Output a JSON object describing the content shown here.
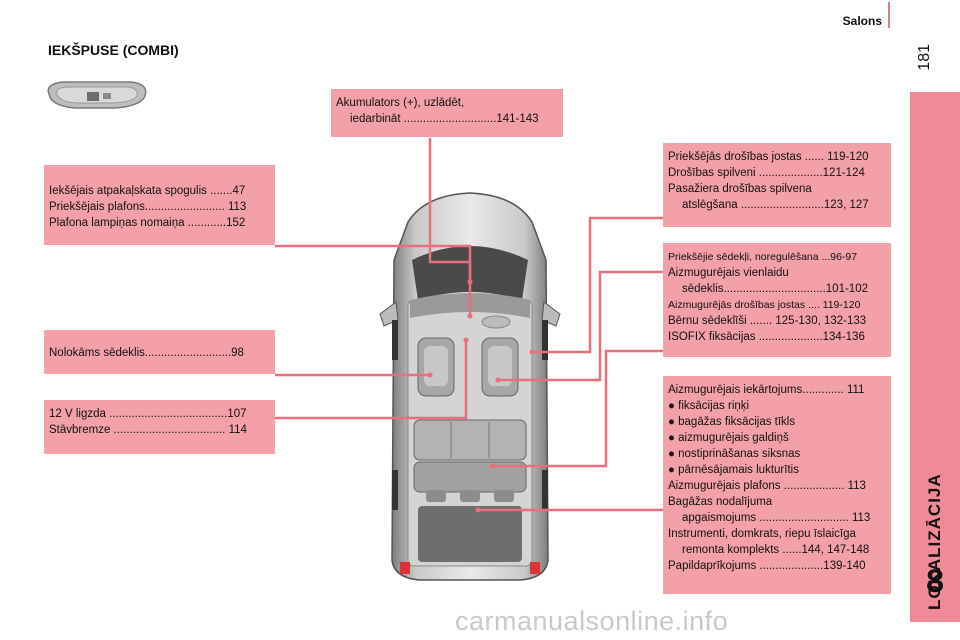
{
  "header": {
    "section": "Salons",
    "page_number": "181"
  },
  "sidebar": {
    "label": "LOKALIZĀCIJA",
    "chapter": "8"
  },
  "title": "IEKŠPUSE (COMBI)",
  "boxes": {
    "akumulators": {
      "lines": [
        "Akumulators (+), uzlādēt,",
        "iedarbināt .............................141-143"
      ]
    },
    "spogulis": {
      "lines": [
        "Iekšējais atpakaļskata spogulis .......47",
        "Priekšējais plafons......................... 113",
        "Plafona lampiņas nomaiņa ............152"
      ]
    },
    "nolokams": {
      "lines": [
        "Nolokāms sēdeklis...........................98"
      ]
    },
    "ligzda": {
      "lines": [
        "12 V ligzda .....................................107",
        "Stāvbremze ................................... 114"
      ]
    },
    "drosibas": {
      "lines": [
        "Priekšējās drošības jostas ...... 119-120",
        "Drošības spilveni ....................121-124",
        "Pasažiera drošības spilvena",
        "atslēgšana ..........................123, 127"
      ]
    },
    "sedekli": {
      "lines": [
        "Priekšējie sēdekļi, noregulēšana ...96-97",
        "Aizmugurējais vienlaidu",
        "sēdeklis................................101-102",
        "Aizmugurējās drošības jostas .... 119-120",
        "Bērnu sēdeklīši ....... 125-130, 132-133",
        "ISOFIX fiksācijas ....................134-136"
      ]
    },
    "aprikojums": {
      "lines": [
        "Aizmugurējais iekārtojums............. 111",
        "● fiksācijas riņķi",
        "● bagāžas fiksācijas tīkls",
        "● aizmugurējais galdiņš",
        "● nostiprināšanas siksnas",
        "● pārnēsājamais lukturītis",
        "Aizmugurējais plafons ................... 113",
        "Bagāžas nodalījuma",
        "apgaismojums ............................ 113",
        "Instrumenti, domkrats, riepu īslaicīga",
        "remonta komplekts ......144, 147-148",
        "Papildaprīkojums ....................139-140"
      ]
    }
  },
  "watermark": "carmanualsonline.info",
  "colors": {
    "box": "#f4a0a8",
    "leader": "#e8707e",
    "sidebar": "#f08a96"
  },
  "icons": [
    "mirror-icon",
    "van-topview-illustration"
  ]
}
